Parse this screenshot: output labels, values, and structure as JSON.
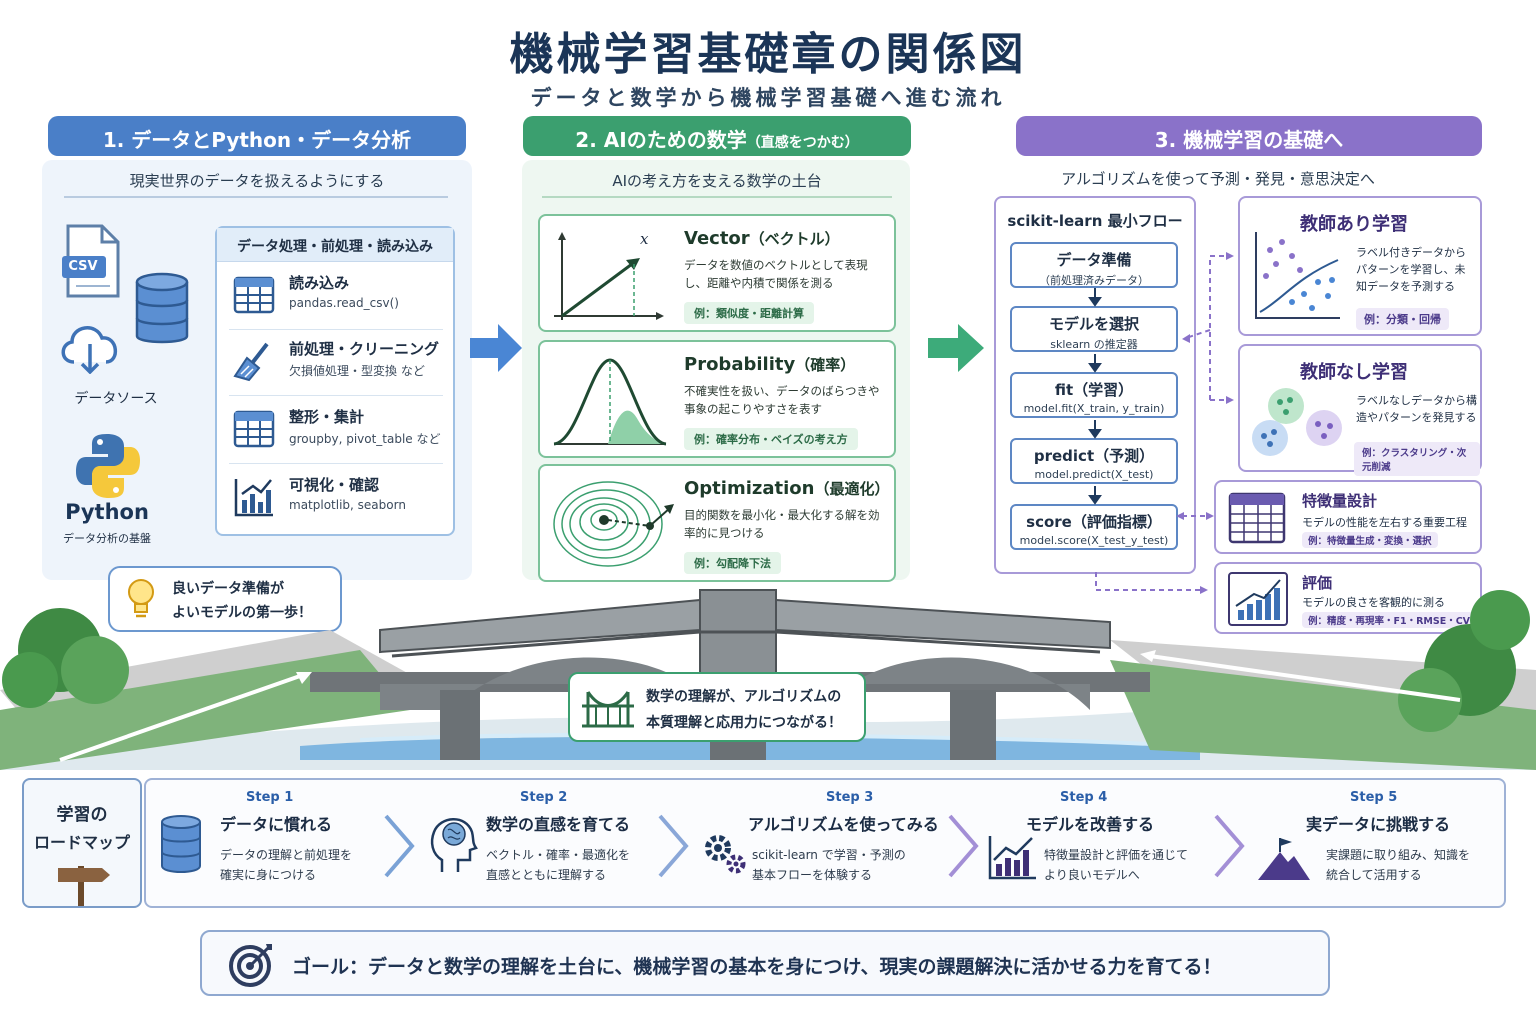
{
  "title": "機械学習基礎章の関係図",
  "subtitle": "データと数学から機械学習基礎へ進む流れ",
  "section1": {
    "header": "1. データとPython・データ分析",
    "subtitle": "現実世界のデータを扱えるようにする",
    "csv_label": "CSV",
    "source_label": "データソース",
    "python_label": "Python",
    "python_desc": "データ分析の基盤",
    "box_title": "データ処理・前処理・読み込み",
    "items": [
      {
        "title": "読み込み",
        "desc": "pandas.read_csv()",
        "icon": "table-icon"
      },
      {
        "title": "前処理・クリーニング",
        "desc": "欠損値処理・型変換 など",
        "icon": "broom-icon"
      },
      {
        "title": "整形・集計",
        "desc": "groupby, pivot_table など",
        "icon": "table-icon"
      },
      {
        "title": "可視化・確認",
        "desc": "matplotlib, seaborn",
        "icon": "bar-chart-icon"
      }
    ],
    "tip_line1": "良いデータ準備が",
    "tip_line2": "よいモデルの第一歩！"
  },
  "section2": {
    "header": "2. AIのための数学",
    "header_note": "（直感をつかむ）",
    "subtitle": "AIの考え方を支える数学の土台",
    "cards": [
      {
        "title": "Vector",
        "jp": "（ベクトル）",
        "desc": "データを数値のベクトルとして表現し、距離や内積で関係を測る",
        "example": "例：類似度・距離計算",
        "icon": "vector-icon",
        "symbol": "x"
      },
      {
        "title": "Probability",
        "jp": "（確率）",
        "desc": "不確実性を扱い、データのばらつきや事象の起こりやすさを表す",
        "example": "例：確率分布・ベイズの考え方",
        "icon": "bell-curve-icon"
      },
      {
        "title": "Optimization",
        "jp": "（最適化）",
        "desc": "目的関数を最小化・最大化する解を効率的に見つける",
        "example": "例：勾配降下法",
        "icon": "contour-icon"
      }
    ]
  },
  "section3": {
    "header": "3. 機械学習の基礎へ",
    "subtitle": "アルゴリズムを使って予測・発見・意思決定へ",
    "flow_title": "scikit-learn 最小フロー",
    "flow": [
      {
        "title": "データ準備",
        "desc": "（前処理済みデータ）"
      },
      {
        "title": "モデルを選択",
        "desc": "sklearn の推定器"
      },
      {
        "title": "fit（学習）",
        "desc": "model.fit(X_train, y_train)"
      },
      {
        "title": "predict（予測）",
        "desc": "model.predict(X_test)"
      },
      {
        "title": "score（評価指標）",
        "desc": "model.score(X_test_y_test)"
      }
    ],
    "supervised": {
      "title": "教師あり学習",
      "desc": "ラベル付きデータからパターンを学習し、未知データを予測する",
      "example": "例：分類・回帰"
    },
    "unsupervised": {
      "title": "教師なし学習",
      "desc": "ラベルなしデータから構造やパターンを発見する",
      "example": "例：クラスタリング・次元削減"
    },
    "feature": {
      "title": "特徴量設計",
      "desc": "モデルの性能を左右する重要工程",
      "example": "例：特徴量生成・変換・選択"
    },
    "evaluation": {
      "title": "評価",
      "desc": "モデルの良さを客観的に測る",
      "example": "例：精度・再現率・F1・RMSE・CV"
    }
  },
  "bridge_note": {
    "line1": "数学の理解が、アルゴリズムの",
    "line2": "本質理解と応用力につながる！"
  },
  "roadmap": {
    "label_line1": "学習の",
    "label_line2": "ロードマップ",
    "steps": [
      {
        "num": "Step 1",
        "title": "データに慣れる",
        "desc1": "データの理解と前処理を",
        "desc2": "確実に身につける",
        "icon": "database-icon"
      },
      {
        "num": "Step 2",
        "title": "数学の直感を育てる",
        "desc1": "ベクトル・確率・最適化を",
        "desc2": "直感とともに理解する",
        "icon": "head-brain-icon"
      },
      {
        "num": "Step 3",
        "title": "アルゴリズムを使ってみる",
        "desc1": "scikit-learn で学習・予測の",
        "desc2": "基本フローを体験する",
        "icon": "gears-icon"
      },
      {
        "num": "Step 4",
        "title": "モデルを改善する",
        "desc1": "特徴量設計と評価を通じて",
        "desc2": "より良いモデルへ",
        "icon": "growth-chart-icon"
      },
      {
        "num": "Step 5",
        "title": "実データに挑戦する",
        "desc1": "実課題に取り組み、知識を",
        "desc2": "統合して活用する",
        "icon": "mountain-flag-icon"
      }
    ]
  },
  "goal": "ゴール：データと数学の理解を土台に、機械学習の基本を身につけ、現実の課題解決に活かせる力を育てる！",
  "colors": {
    "blue": "#4a7fc8",
    "green": "#3b9f6f",
    "purple": "#8a72c9",
    "navy": "#1b3557"
  }
}
